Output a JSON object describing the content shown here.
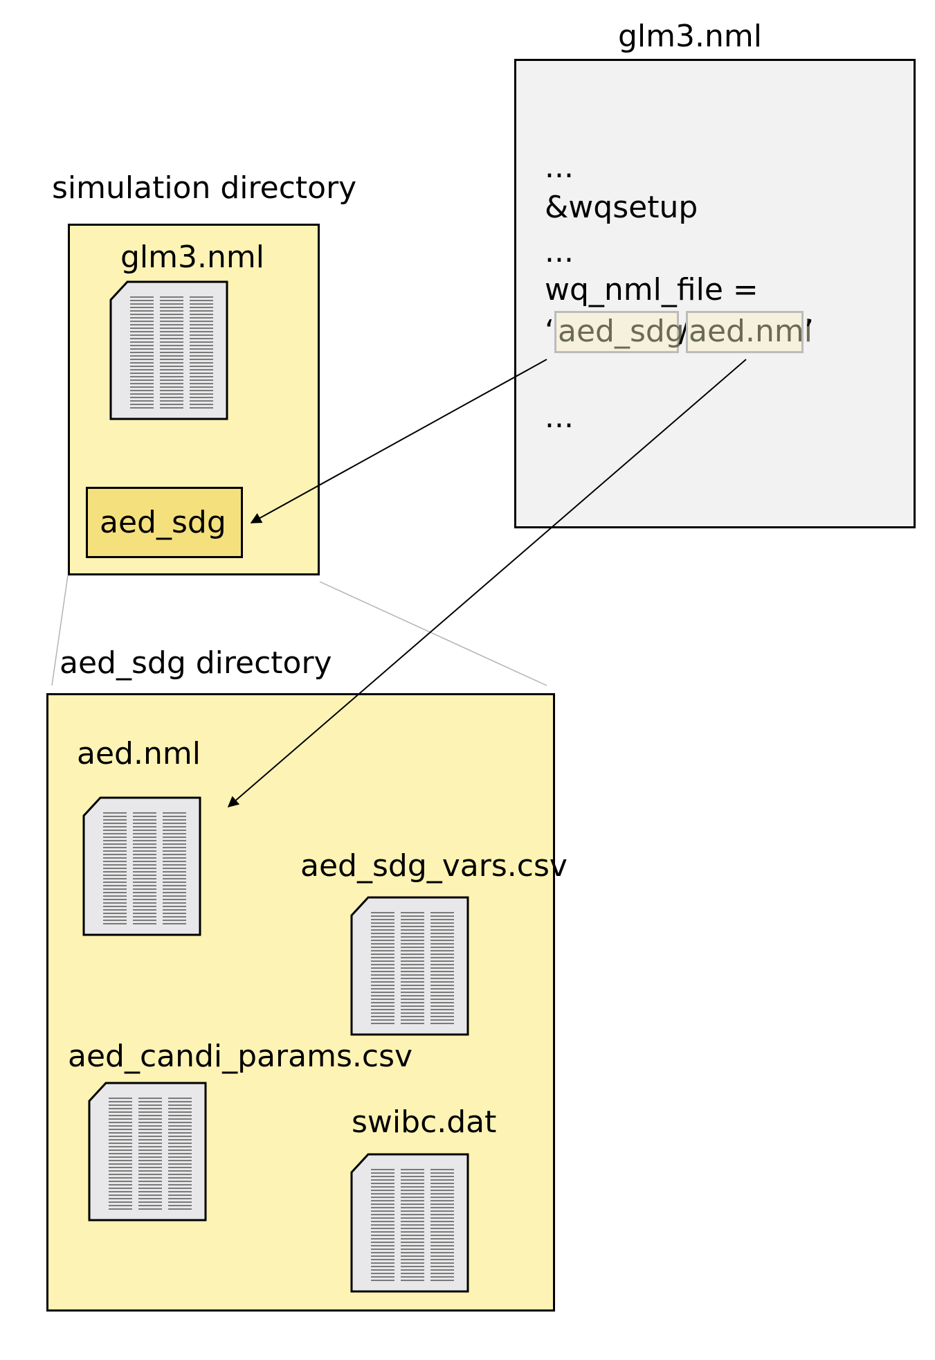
{
  "glm3_panel": {
    "title": "glm3.nml",
    "lines": [
      "...",
      "&wqsetup",
      "...",
      "wq_nml_file =",
      "...",
      "..."
    ],
    "quote_open": "‘",
    "quote_close": "’",
    "path_sep": "/",
    "path_dir": "aed_sdg",
    "path_file": "aed.nml"
  },
  "simulation_directory": {
    "title": "simulation directory",
    "file_label": "glm3.nml",
    "folder_label": "aed_sdg"
  },
  "aed_sdg_directory": {
    "title": "aed_sdg directory",
    "files": [
      "aed.nml",
      "aed_sdg_vars.csv",
      "aed_candi_params.csv",
      "swibc.dat"
    ]
  },
  "colors": {
    "directory_fill": "#fdf3b4",
    "folder_fill": "#f5e07e",
    "nml_panel_fill": "#f2f2f2",
    "highlight_fill": "#f5f1dc",
    "document_fill": "#e8e8ea"
  },
  "icons": [
    "document-icon",
    "folder-icon",
    "arrow-icon"
  ]
}
